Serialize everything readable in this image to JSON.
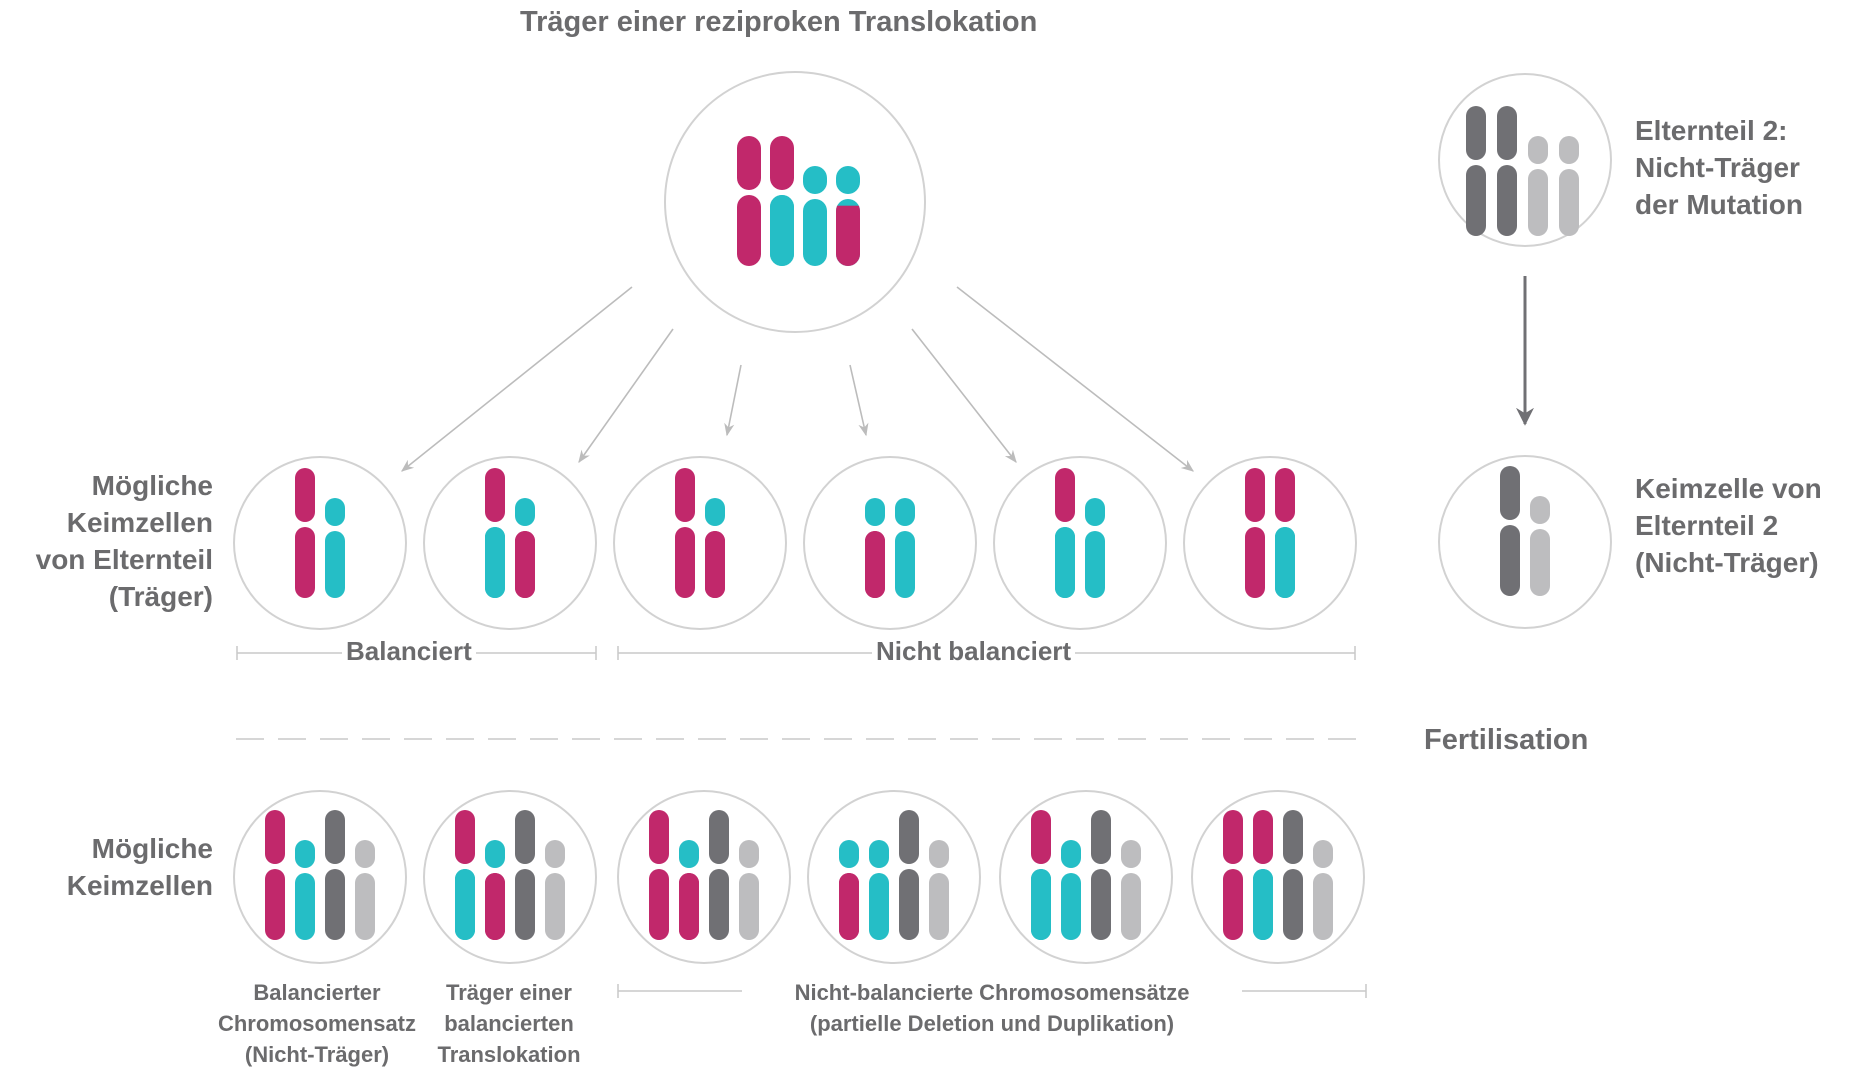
{
  "title": "Träger einer reziproken Translokation",
  "parent2": {
    "line1": "Elternteil 2:",
    "line2": "Nicht-Träger",
    "line3": "der Mutation"
  },
  "gamete_parent2": {
    "line1": "Keimzelle von",
    "line2": "Elternteil 2",
    "line3": "(Nicht-Träger)"
  },
  "row_gametes": {
    "line1": "Mögliche",
    "line2": "Keimzellen",
    "line3": "von Elternteil",
    "line4": "(Träger)"
  },
  "row_zygotes": {
    "line1": "Mögliche",
    "line2": "Keimzellen"
  },
  "balanced": "Balanciert",
  "unbalanced": "Nicht balanciert",
  "fertilisation": "Fertilisation",
  "captions": {
    "c1": {
      "line1": "Balancierter",
      "line2": "Chromosomensatz",
      "line3": "(Nicht-Träger)"
    },
    "c2": {
      "line1": "Träger einer",
      "line2": "balancierten",
      "line3": "Translokation"
    },
    "c3": {
      "line1": "Nicht-balancierte Chromosomensätze",
      "line2": "(partielle Deletion und Duplikation)"
    }
  },
  "colors": {
    "magenta": "#c1286b",
    "teal": "#25bec6",
    "dark_gray": "#707074",
    "light_gray": "#bdbdbf",
    "circle_stroke": "#d2d2d2",
    "arrow": "#bcbcbc",
    "text": "#6b6b6d"
  }
}
